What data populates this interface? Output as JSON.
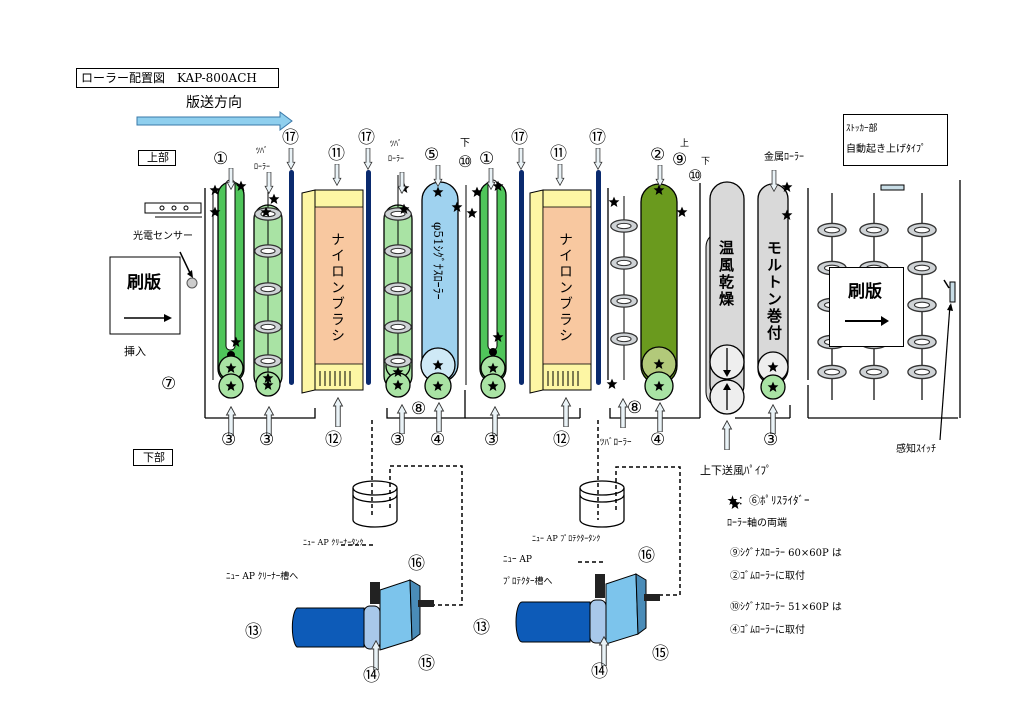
{
  "title": "ローラー配置図　KAP-800ACH",
  "direction_label": "版送方向",
  "zones": {
    "top": "上部",
    "bottom": "下部"
  },
  "stacker": {
    "title": "ｽﾄｯｶｰ部",
    "type": "自動起き上げﾀｲﾌﾟ"
  },
  "labels": {
    "photo_sensor": "光電センサー",
    "plate_in": "刷版",
    "insert": "挿入",
    "plate_out": "刷版",
    "nylon_brush_1": "ナイロンブラシ",
    "nylon_brush_2": "ナイロンブラシ",
    "signus_roller": "φ51ｼｸﾞﾅｽﾛｰﾗｰ",
    "warm_air_dry": "温風乾燥",
    "molton": "モルトン巻付",
    "metal_roller": "金属ﾛｰﾗｰ",
    "tsuba_roller_top_1a": "ﾂﾊﾞ",
    "tsuba_roller_top_1b": "ﾛｰﾗｰ",
    "tsuba_roller_top_2a": "ﾂﾊﾞ",
    "tsuba_roller_top_2b": "ﾛｰﾗｰ",
    "tsuba_roller_bottom": "ﾂﾊﾞﾛｰﾗｰ",
    "up_label": "上",
    "down_label_1": "下",
    "down_label_2": "下",
    "air_pipe": "上下送風ﾊﾟｲﾌﾟ",
    "sensor_switch": "感知ｽｲｯﾁ",
    "cleaner_tank": "ﾆｭｰ AP ｸﾘｰﾅｰﾀﾝｸ",
    "cleaner_to": "ﾆｭｰ AP ｸﾘｰﾅｰ槽へ",
    "protector_tank": "ﾆｭｰ AP ﾌﾟﾛﾃｸﾀｰﾀﾝｸ",
    "protector_to_1": "ﾆｭｰ AP",
    "protector_to_2": "ﾌﾟﾛﾃｸﾀｰ槽へ"
  },
  "legend": [
    "★：⑥ﾎﾟﾘｽﾗｲﾀﾞｰ",
    "ﾛｰﾗｰ軸の両端",
    "⑨ｼｸﾞﾅｽﾛｰﾗｰ 60×60P は",
    "②ｺﾞﾑﾛｰﾗｰに取付",
    "⑩ｼｸﾞﾅｽﾛｰﾗｰ 51×60P は",
    "④ｺﾞﾑﾛｰﾗｰに取付"
  ],
  "markers": {
    "m1a": "①",
    "m1b": "①",
    "m2": "②",
    "m3a": "③",
    "m3b": "③",
    "m3c": "③",
    "m3d": "③",
    "m3e": "③",
    "m4a": "④",
    "m4b": "④",
    "m5": "⑤",
    "m7": "⑦",
    "m8a": "⑧",
    "m8b": "⑧",
    "m9": "⑨",
    "m10a": "⑩",
    "m10b": "⑩",
    "m11a": "⑪",
    "m11b": "⑪",
    "m12a": "⑫",
    "m12b": "⑫",
    "m13a": "⑬",
    "m13b": "⑬",
    "m14a": "⑭",
    "m14b": "⑭",
    "m15a": "⑮",
    "m15b": "⑮",
    "m16a": "⑯",
    "m16b": "⑯",
    "m17a": "⑰",
    "m17b": "⑰",
    "m17c": "⑰",
    "m17d": "⑰"
  },
  "colors": {
    "roller_green": "#4fc55a",
    "roller_light_green": "#a9e3a4",
    "brush_orange": "#f8c8a0",
    "brush_yellow": "#fdf6a4",
    "signus_blue": "#9fd2ef",
    "olive": "#6a9a1e",
    "grey": "#d9d9d9",
    "navy": "#0a2a6e",
    "pump_blue": "#0d5bb8",
    "pump_light": "#7cc4ec",
    "arrow_blue": "#8fcfee"
  }
}
